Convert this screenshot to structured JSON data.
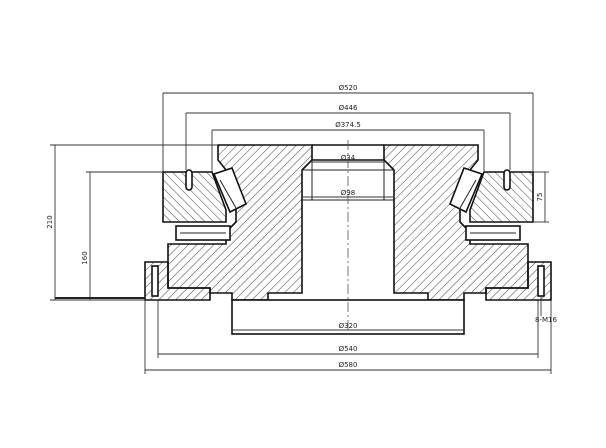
{
  "dimensions": {
    "d_outer_top": "Ø520",
    "d_446": "Ø446",
    "d_374": "Ø374.5",
    "d_bore_top": "Ø34",
    "d_bore_mid": "Ø98",
    "d_bottom_320": "Ø320",
    "d_bottom_540": "Ø540",
    "d_bottom_580": "Ø580",
    "h_total": "210",
    "h_inner": "160",
    "h_right": "75",
    "holes": "8-M16"
  },
  "colors": {
    "line": "#111111",
    "hatch": "#444444",
    "background": "#ffffff"
  }
}
